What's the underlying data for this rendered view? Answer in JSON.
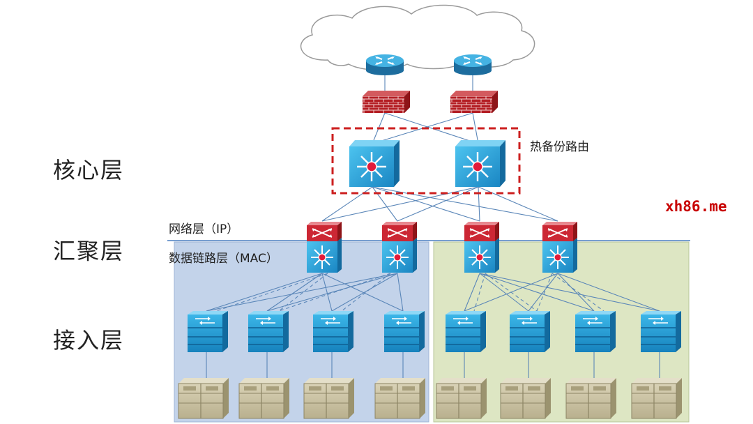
{
  "labels": {
    "core": "核心层",
    "aggregation": "汇聚层",
    "access": "接入层",
    "hot_standby": "热备份路由",
    "network_layer": "网络层（IP）",
    "data_link_layer": "数据链路层（MAC）",
    "watermark": "xh86.me"
  },
  "colors": {
    "switch_blue": "#1f9fd2",
    "router_blue": "#2a8fc2",
    "firewall_red": "#b41e24",
    "left_block_bg": "#c3d3ea",
    "right_block_bg": "#dde6c3",
    "highlight_dash": "#cc1f1f",
    "server_beige": "#ccc4a4"
  },
  "icons": {
    "internet": "cloud-icon",
    "router": "router-icon",
    "firewall": "firewall-icon",
    "core_switch": "core-switch-icon",
    "agg_router": "multilayer-router-icon",
    "access_switch": "access-switch-icon",
    "server": "server-icon"
  }
}
